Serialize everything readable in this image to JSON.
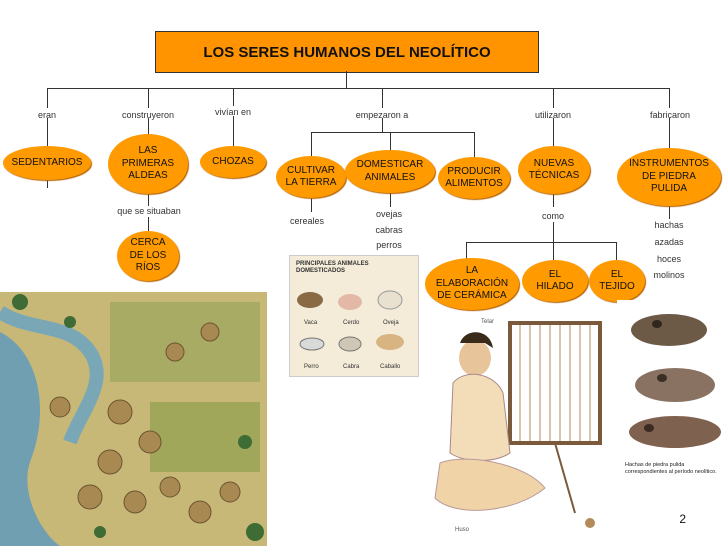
{
  "title": "LOS SERES HUMANOS DEL NEOLÍTICO",
  "labels": {
    "eran": "eran",
    "construyeron": "construyeron",
    "vivian_en": "vivían en",
    "empezaron_a": "empezaron a",
    "utilizaron": "utilizaron",
    "fabricaron": "fabricaron",
    "que_se_situaban": "que se situaban",
    "como": "como"
  },
  "nodes": {
    "sedentarios": "SEDENTARIOS",
    "primeras_aldeas": "LAS PRIMERAS ALDEAS",
    "chozas": "CHOZAS",
    "cultivar": "CULTIVAR LA TIERRA",
    "domesticar": "DOMESTICAR ANIMALES",
    "producir": "PRODUCIR ALIMENTOS",
    "nuevas_tecnicas": "NUEVAS TÉCNICAS",
    "instrumentos": "INSTRUMENTOS DE PIEDRA PULIDA",
    "cerca_rios": "CERCA DE LOS RÍOS",
    "elaboracion": "LA ELABORACIÓN DE CERÁMICA",
    "hilado": "EL HILADO",
    "tejido": "EL TEJIDO"
  },
  "details": {
    "cereales": "cereales",
    "ovejas": "ovejas",
    "cabras": "cabras",
    "perros": "perros",
    "hachas": "hachas",
    "azadas": "azadas",
    "hoces": "hoces",
    "molinos": "molinos"
  },
  "animals_panel": {
    "title": "PRINCIPALES ANIMALES DOMESTICADOS",
    "items": [
      "Vaca",
      "Cerdo",
      "Oveja",
      "Perro",
      "Cabra",
      "Caballo"
    ]
  },
  "weaving_panel": {
    "label_top": "Telar",
    "label_bottom": "Huso"
  },
  "axes_panel": {
    "caption": "Hachas de piedra pulida correspondientes al período neolítico."
  },
  "page_number": "2",
  "colors": {
    "node": "#ff9a00",
    "title_bg": "#ff9300"
  }
}
